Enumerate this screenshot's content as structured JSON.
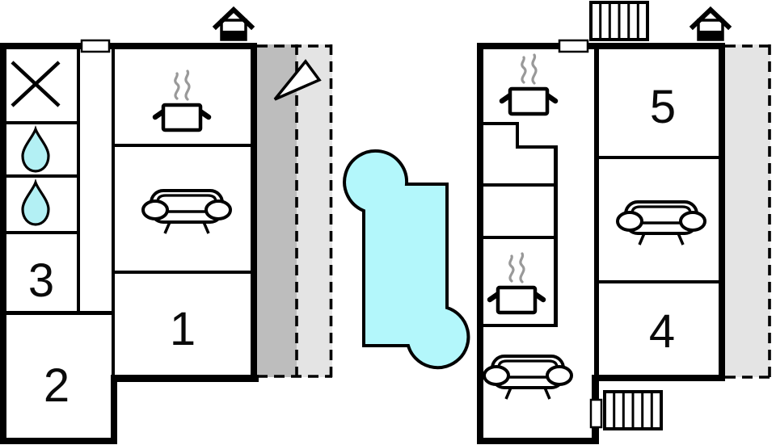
{
  "plan": {
    "kind": "holiday-home floor plan, two buildings with outdoor pool",
    "rooms": [
      {
        "id": 1,
        "label": "1"
      },
      {
        "id": 2,
        "label": "2"
      },
      {
        "id": 3,
        "label": "3"
      },
      {
        "id": 4,
        "label": "4"
      },
      {
        "id": 5,
        "label": "5"
      }
    ]
  },
  "colors": {
    "pool": "#b3f7fb",
    "water_drop": "#b3f0f4",
    "terrace_dark": "#bdbdbd",
    "terrace_light": "#e4e4e4",
    "steam": "#999999",
    "wall": "#000000"
  },
  "icons": [
    "x-symbol",
    "water-drop",
    "cooking-pot-with-steam",
    "sofa",
    "chimney",
    "exterior-stairs",
    "north-arrow-triangle",
    "pool"
  ]
}
